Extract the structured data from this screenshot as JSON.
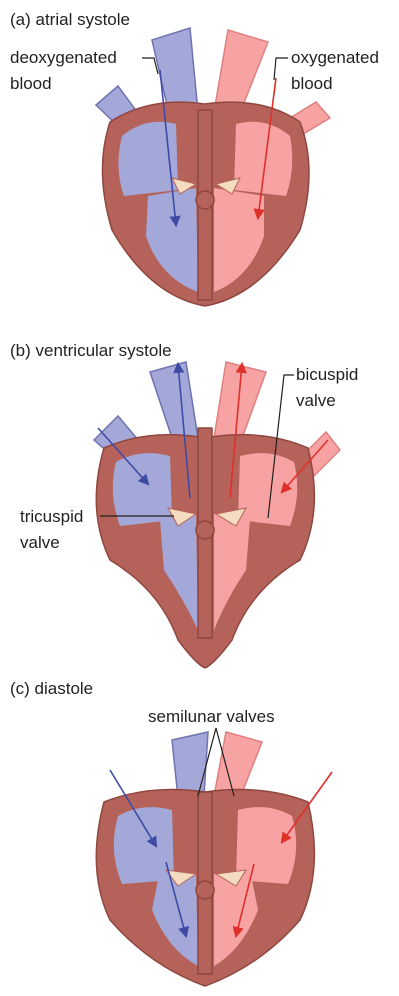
{
  "panels": {
    "a": {
      "caption": "(a)  atrial systole",
      "left_label": [
        "deoxygenated",
        "blood"
      ],
      "right_label": [
        "oxygenated",
        "blood"
      ]
    },
    "b": {
      "caption": "(b) ventricular systole",
      "right_label": [
        "bicuspid",
        "valve"
      ],
      "left_label": [
        "tricuspid",
        "valve"
      ]
    },
    "c": {
      "caption": "(c) diastole",
      "top_label": "semilunar valves"
    }
  },
  "colors": {
    "deoxygenated": "#a4a8d8",
    "oxygenated": "#f7a3a3",
    "muscle": "#b5635a",
    "valve": "#f3dcc0",
    "arrow_deoxygenated": "#3e4aa6",
    "arrow_oxygenated": "#e0302a"
  }
}
